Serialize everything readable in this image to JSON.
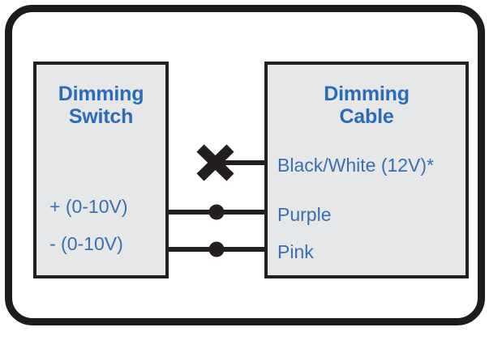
{
  "diagram": {
    "title_blue": "#2a6cb8",
    "label_blue": "#3a6fb0",
    "box_fill": "#e6e7e8",
    "line_black": "#231f20",
    "frame_black": "#1c1c1c",
    "switch_box": {
      "title_line1": "Dimming",
      "title_line2": "Switch",
      "terminals": [
        {
          "label": "+ (0-10V)"
        },
        {
          "label": "- (0-10V)"
        }
      ]
    },
    "cable_box": {
      "title_line1": "Dimming",
      "title_line2": "Cable",
      "terminals": [
        {
          "label": "Black/White (12V)*"
        },
        {
          "label": "Purple"
        },
        {
          "label": "Pink"
        }
      ]
    },
    "connections": [
      {
        "name": "black-white",
        "marker": "x-cross",
        "connected": "false"
      },
      {
        "name": "purple",
        "marker": "junction-dot",
        "connected": "true"
      },
      {
        "name": "pink",
        "marker": "junction-dot",
        "connected": "true"
      }
    ]
  }
}
